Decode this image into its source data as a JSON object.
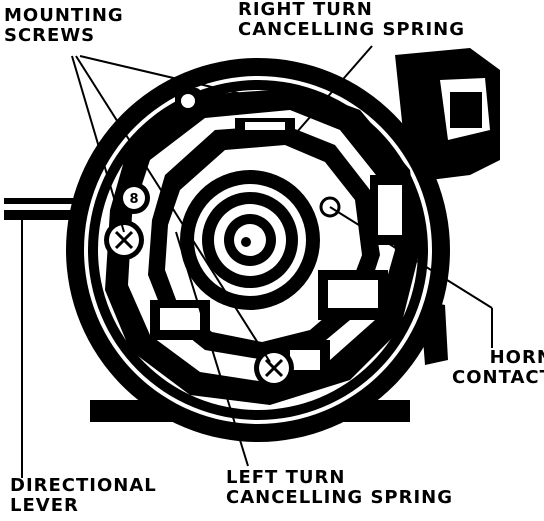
{
  "labels": {
    "mounting_screws": [
      "MOUNTING",
      "SCREWS"
    ],
    "right_turn_spring": [
      "RIGHT TURN",
      "CANCELLING SPRING"
    ],
    "horn_contact": [
      "HORN",
      "CONTACT"
    ],
    "left_turn_spring": [
      "LEFT TURN",
      "CANCELLING SPRING"
    ],
    "directional_lever": [
      "DIRECTIONAL",
      "LEVER"
    ]
  },
  "colors": {
    "ink": "#000000",
    "paper": "#ffffff"
  },
  "icons": [
    "screw-icon"
  ]
}
